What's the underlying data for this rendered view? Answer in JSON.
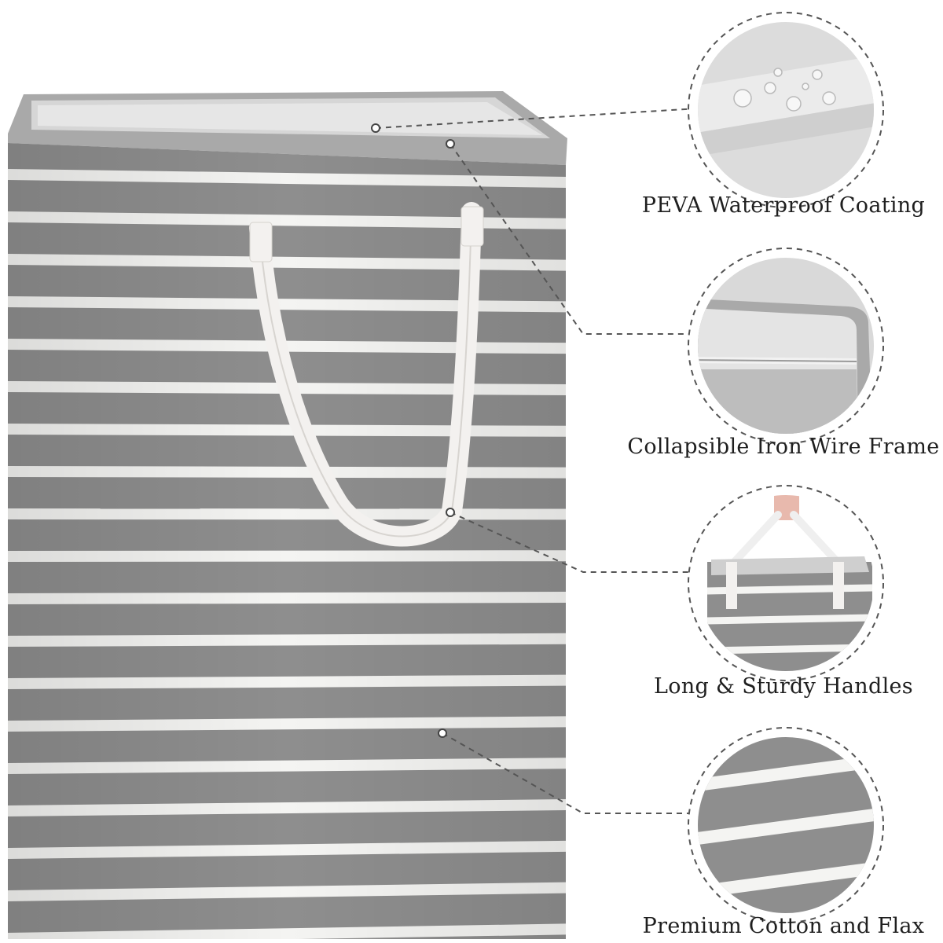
{
  "features": [
    {
      "label": "PEVA Waterproof Coating"
    },
    {
      "label": "Collapsible Iron Wire Frame"
    },
    {
      "label": "Long & Sturdy Handles"
    },
    {
      "label": "Premium Cotton and Flax"
    }
  ],
  "colors": {
    "basket_gray": "#8e8e8e",
    "basket_gray_dark": "#7d7d7d",
    "stripe_white": "#f4f4f2",
    "rim_gray": "#a9a9a9",
    "dashed_line": "#555555",
    "background": "#ffffff"
  }
}
